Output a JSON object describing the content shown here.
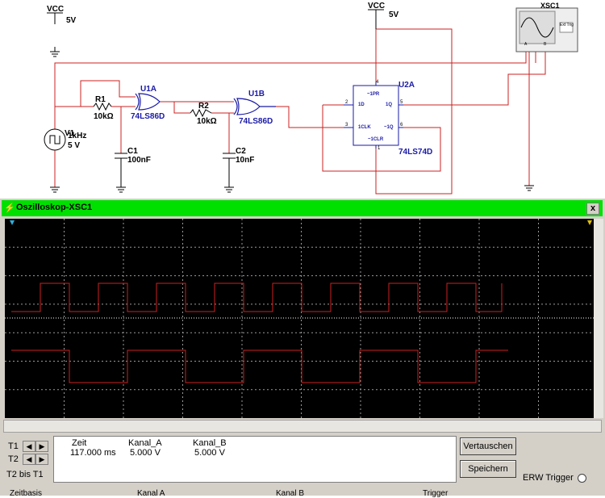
{
  "schematic": {
    "vcc_left": {
      "name": "VCC",
      "voltage": "5V"
    },
    "vcc_right": {
      "name": "VCC",
      "voltage": "5V"
    },
    "v1": {
      "name": "V1",
      "freq": "1kHz",
      "amp": "5 V"
    },
    "r1": {
      "name": "R1",
      "value": "10kΩ"
    },
    "r2": {
      "name": "R2",
      "value": "10kΩ"
    },
    "c1": {
      "name": "C1",
      "value": "100nF"
    },
    "c2": {
      "name": "C2",
      "value": "10nF"
    },
    "u1a": {
      "name": "U1A",
      "part": "74LS86D"
    },
    "u1b": {
      "name": "U1B",
      "part": "74LS86D"
    },
    "u2a": {
      "name": "U2A",
      "part": "74LS74D",
      "pins": {
        "pre": "~1PR",
        "d": "1D",
        "clk": "1CLK",
        "q": "1Q",
        "qn": "~1Q",
        "clr": "~1CLR",
        "n4": "4",
        "n2": "2",
        "n3": "3",
        "n5": "5",
        "n6": "6",
        "n1": "1"
      }
    },
    "xsc1": {
      "name": "XSC1",
      "ext_trig": "Ext Trig",
      "a": "A",
      "b": "B"
    }
  },
  "scope": {
    "title": "Oszilloskop-XSC1",
    "close": "x",
    "t1": "T1",
    "t2": "T2",
    "t2_minus_t1": "T2 bis T1",
    "col_time": "Zeit",
    "col_a": "Kanal_A",
    "col_b": "Kanal_B",
    "time_value": "117.000 ms",
    "a_value": "5.000 V",
    "b_value": "5.000 V",
    "swap_button": "Vertauschen",
    "save_button": "Speichern",
    "ext_trigger": "ERW Trigger",
    "tabs": [
      "Zeitbasis",
      "Kanal A",
      "Kanal B",
      "Trigger"
    ],
    "trace_color": "#cc2020",
    "channel_a_levels": [
      0,
      1,
      0,
      1,
      0,
      1,
      0,
      1,
      0,
      1,
      0,
      1,
      0,
      1,
      0,
      1,
      0,
      1
    ],
    "channel_b_levels": [
      1,
      0,
      1,
      0,
      1,
      0,
      1,
      0,
      1
    ]
  }
}
